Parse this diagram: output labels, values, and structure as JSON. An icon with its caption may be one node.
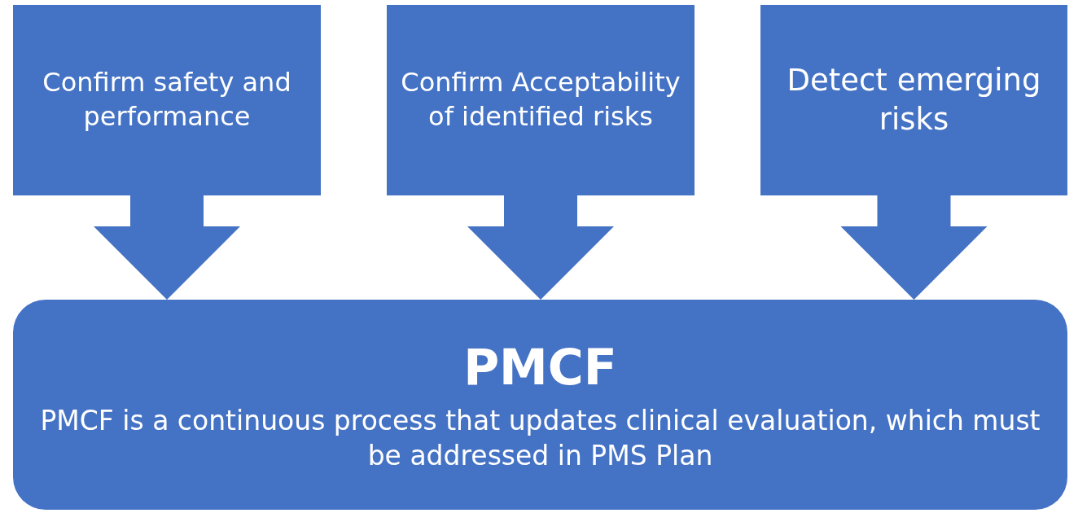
{
  "diagram": {
    "nodes": [
      {
        "text": [
          "Confirm safety and performance"
        ]
      },
      {
        "text": [
          "Confirm Acceptability of identified risks"
        ]
      },
      {
        "text": [
          "Detect emerging risks"
        ]
      },
      {
        "text": [
          "PMCF",
          "PMCF is a continuous process that updates clinical evaluation, which must be addressed in PMS Plan"
        ]
      }
    ],
    "edges": [
      {
        "from": 0,
        "to": 3,
        "arrow": "to"
      },
      {
        "from": 1,
        "to": 3,
        "arrow": "to"
      },
      {
        "from": 2,
        "to": 3,
        "arrow": "to"
      }
    ]
  }
}
